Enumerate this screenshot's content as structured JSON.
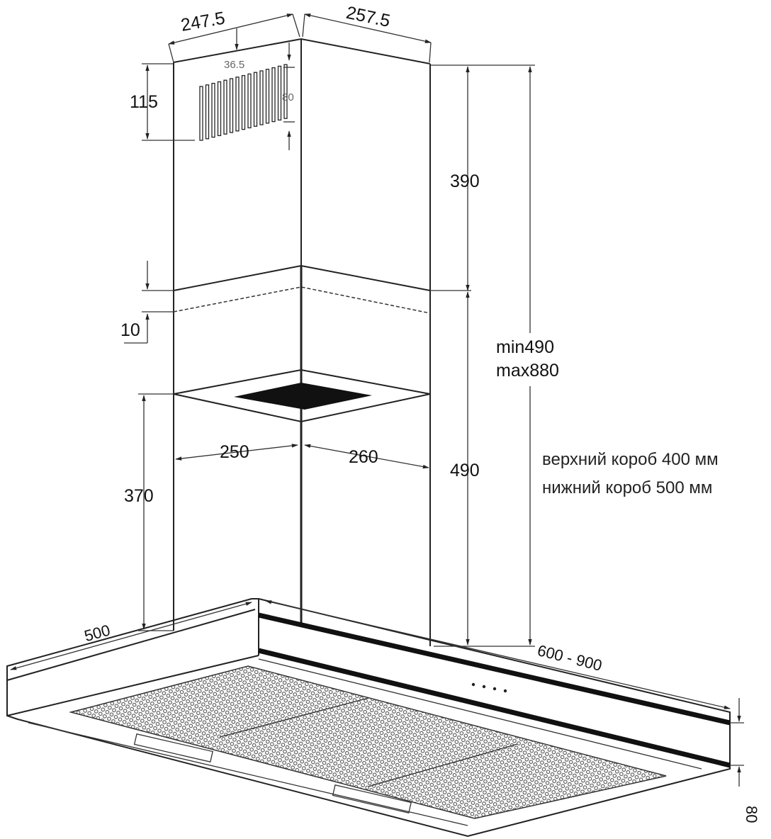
{
  "dimensions": {
    "chimney_width_left": "247.5",
    "chimney_width_right": "257.5",
    "vent_width": "36.5",
    "vent_height": "80",
    "vent_offset": "115",
    "upper_box_height": "390",
    "overlap": "10",
    "min_height": "min490",
    "max_height": "max880",
    "lower_offset": "370",
    "lower_width_left": "250",
    "lower_width_right": "260",
    "lower_box_height": "490",
    "hood_depth": "500",
    "hood_width": "600 - 900",
    "hood_thickness": "80"
  },
  "notes": {
    "upper_box": "верхний короб 400 мм",
    "lower_box": "нижний короб 500 мм"
  }
}
